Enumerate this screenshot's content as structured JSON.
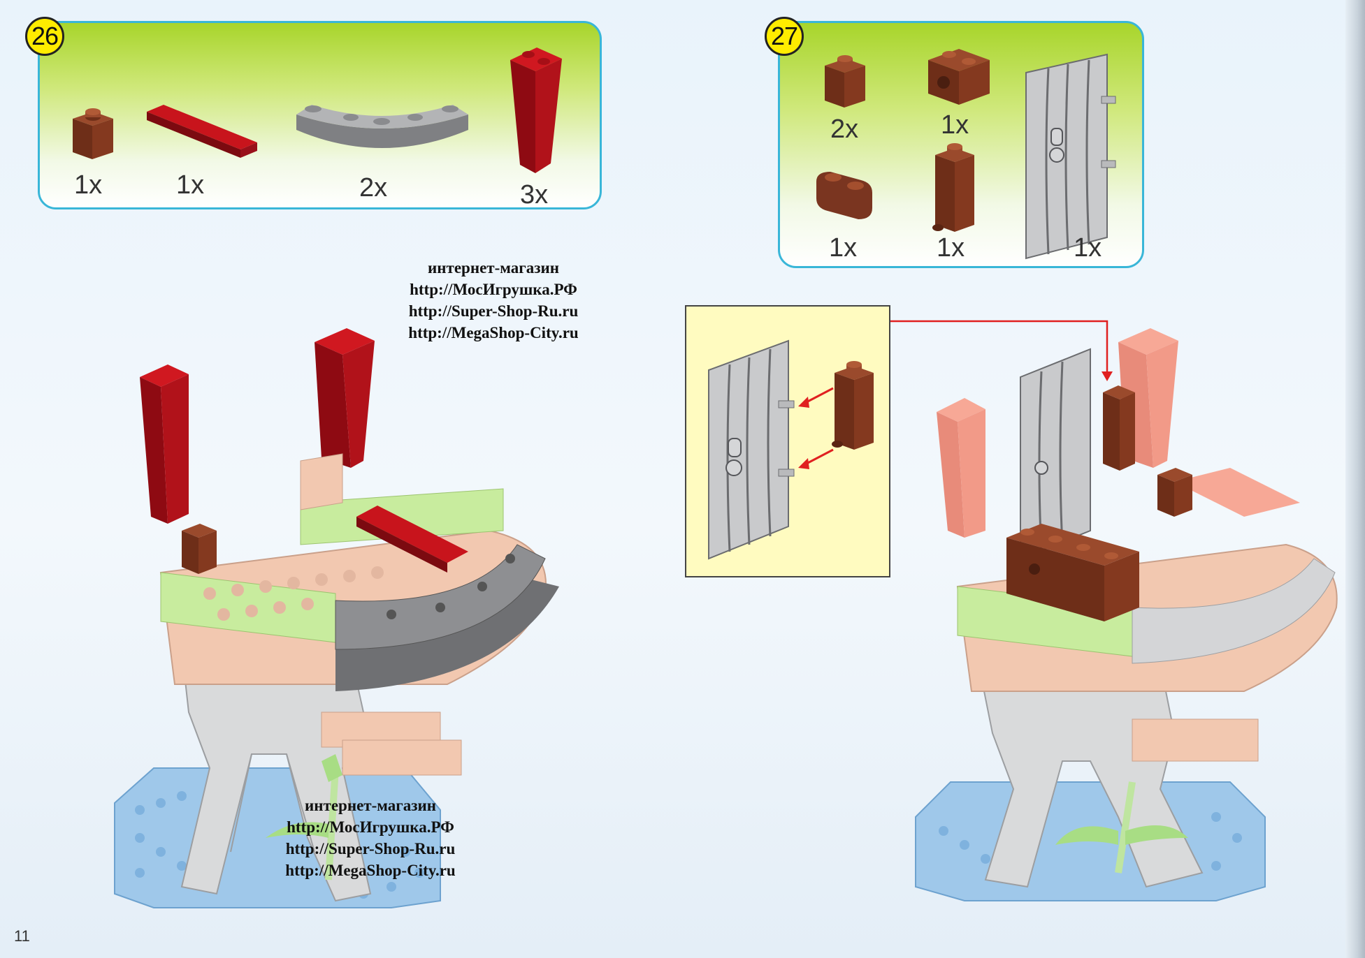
{
  "page_number": "11",
  "step_26": {
    "number": "26",
    "parts": [
      {
        "icon": "brown-1x1-brick-icon",
        "qty": "1x"
      },
      {
        "icon": "red-1x4-plate-icon",
        "qty": "1x"
      },
      {
        "icon": "gray-curved-plate-icon",
        "qty": "2x"
      },
      {
        "icon": "red-slope-pillar-icon",
        "qty": "3x"
      }
    ]
  },
  "step_27": {
    "number": "27",
    "parts": [
      {
        "icon": "brown-1x1-brick-icon",
        "qty": "2x"
      },
      {
        "icon": "brown-technic-brick-icon",
        "qty": "1x"
      },
      {
        "icon": "brown-rounded-brick-icon",
        "qty": "1x"
      },
      {
        "icon": "brown-hinge-brick-icon",
        "qty": "1x"
      },
      {
        "icon": "gray-door-icon",
        "qty": "1x"
      }
    ]
  },
  "watermark": {
    "line1": "интернет-магазин",
    "line2": "http://МосИгрушка.РФ",
    "line3": "http://Super-Shop-Ru.ru",
    "line4": "http://MegaShop-City.ru"
  },
  "colors": {
    "panel_border": "#39b6d8",
    "badge": "#ffec00",
    "brick_brown": "#7a3520",
    "brick_red": "#b5121b",
    "brick_gray": "#a8a8a8",
    "inset_bg": "#fffbc0",
    "arrow": "#e02020"
  }
}
